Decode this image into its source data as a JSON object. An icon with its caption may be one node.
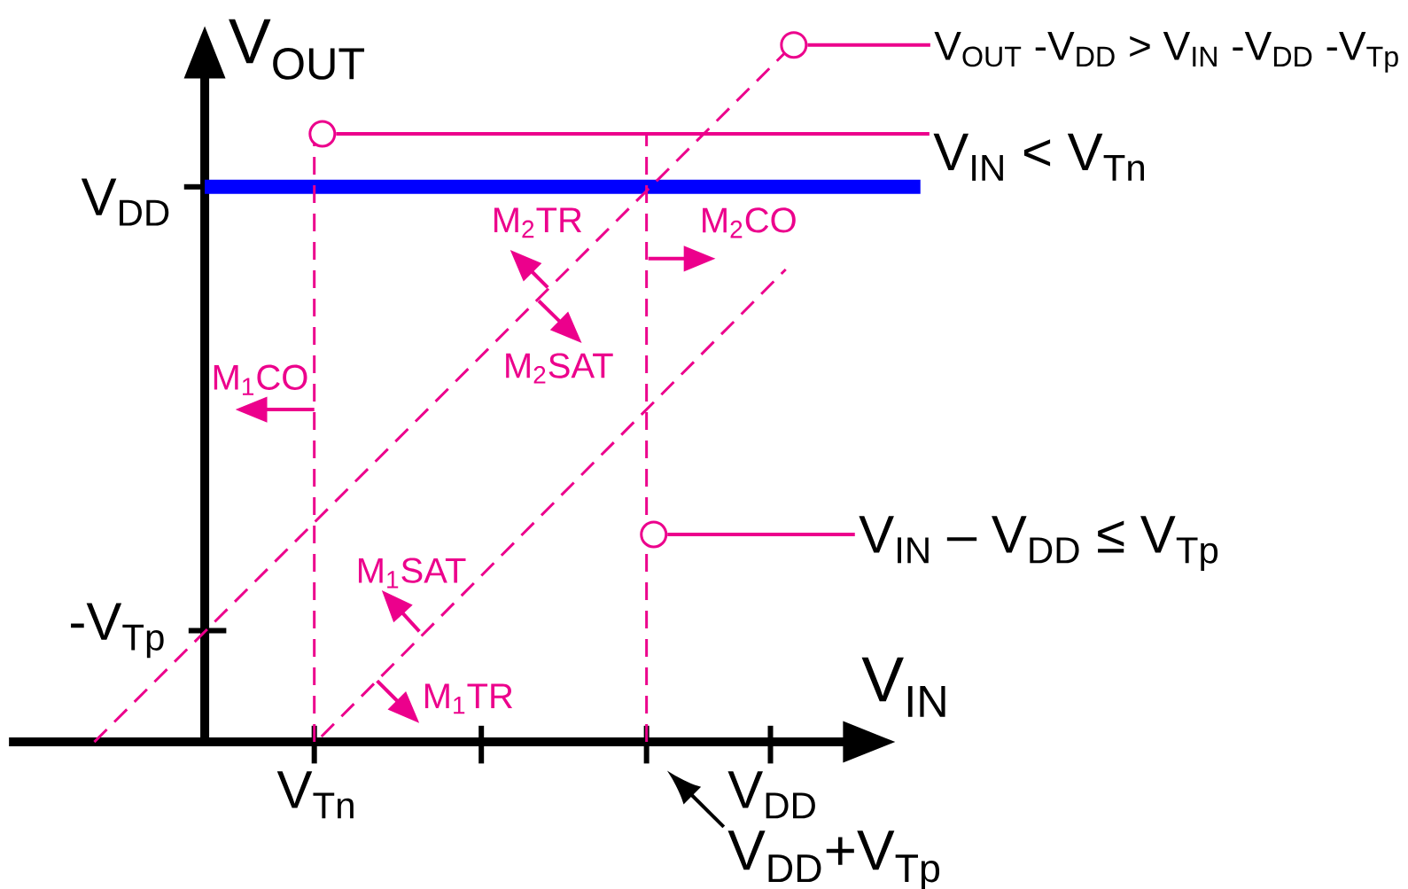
{
  "diagram": {
    "nodes": [
      {
        "text": [
          "V$_{OUT}$ -V$_{DD}$ > V$_{IN}$ -V$_{DD}$ -V$_{Tp}$"
        ]
      },
      {
        "text": [],
        "shape": "circle"
      },
      {
        "text": [
          "V$_{IN}$ < V$_{Tn}$"
        ]
      },
      {
        "text": [],
        "shape": "circle"
      },
      {
        "text": [
          "V$_{IN}$ – V$_{DD}$ ≤ V$_{Tp}$"
        ]
      },
      {
        "text": [],
        "shape": "circle"
      },
      {
        "text": [
          "V$_{DD}$+V$_{Tp}$"
        ]
      }
    ],
    "edges": [
      {
        "from": 0,
        "to": 1,
        "arrow": "none"
      },
      {
        "from": 2,
        "to": 3,
        "arrow": "none"
      },
      {
        "from": 4,
        "to": 5,
        "arrow": "none"
      },
      {
        "from": 6,
        "to": null,
        "arrow": "to",
        "color": "#000000"
      }
    ],
    "labels": [
      "V$_{OUT}$",
      "V$_{DD}$",
      "M$_{2}$TR",
      "M$_{2}$CO",
      "M$_{2}$SAT",
      "M$_{1}$CO",
      "M$_{1}$SAT",
      "-V$_{Tp}$",
      "M$_{1}$TR",
      "V$_{IN}$",
      "V$_{Tn}$",
      "V$_{DD}$"
    ]
  }
}
